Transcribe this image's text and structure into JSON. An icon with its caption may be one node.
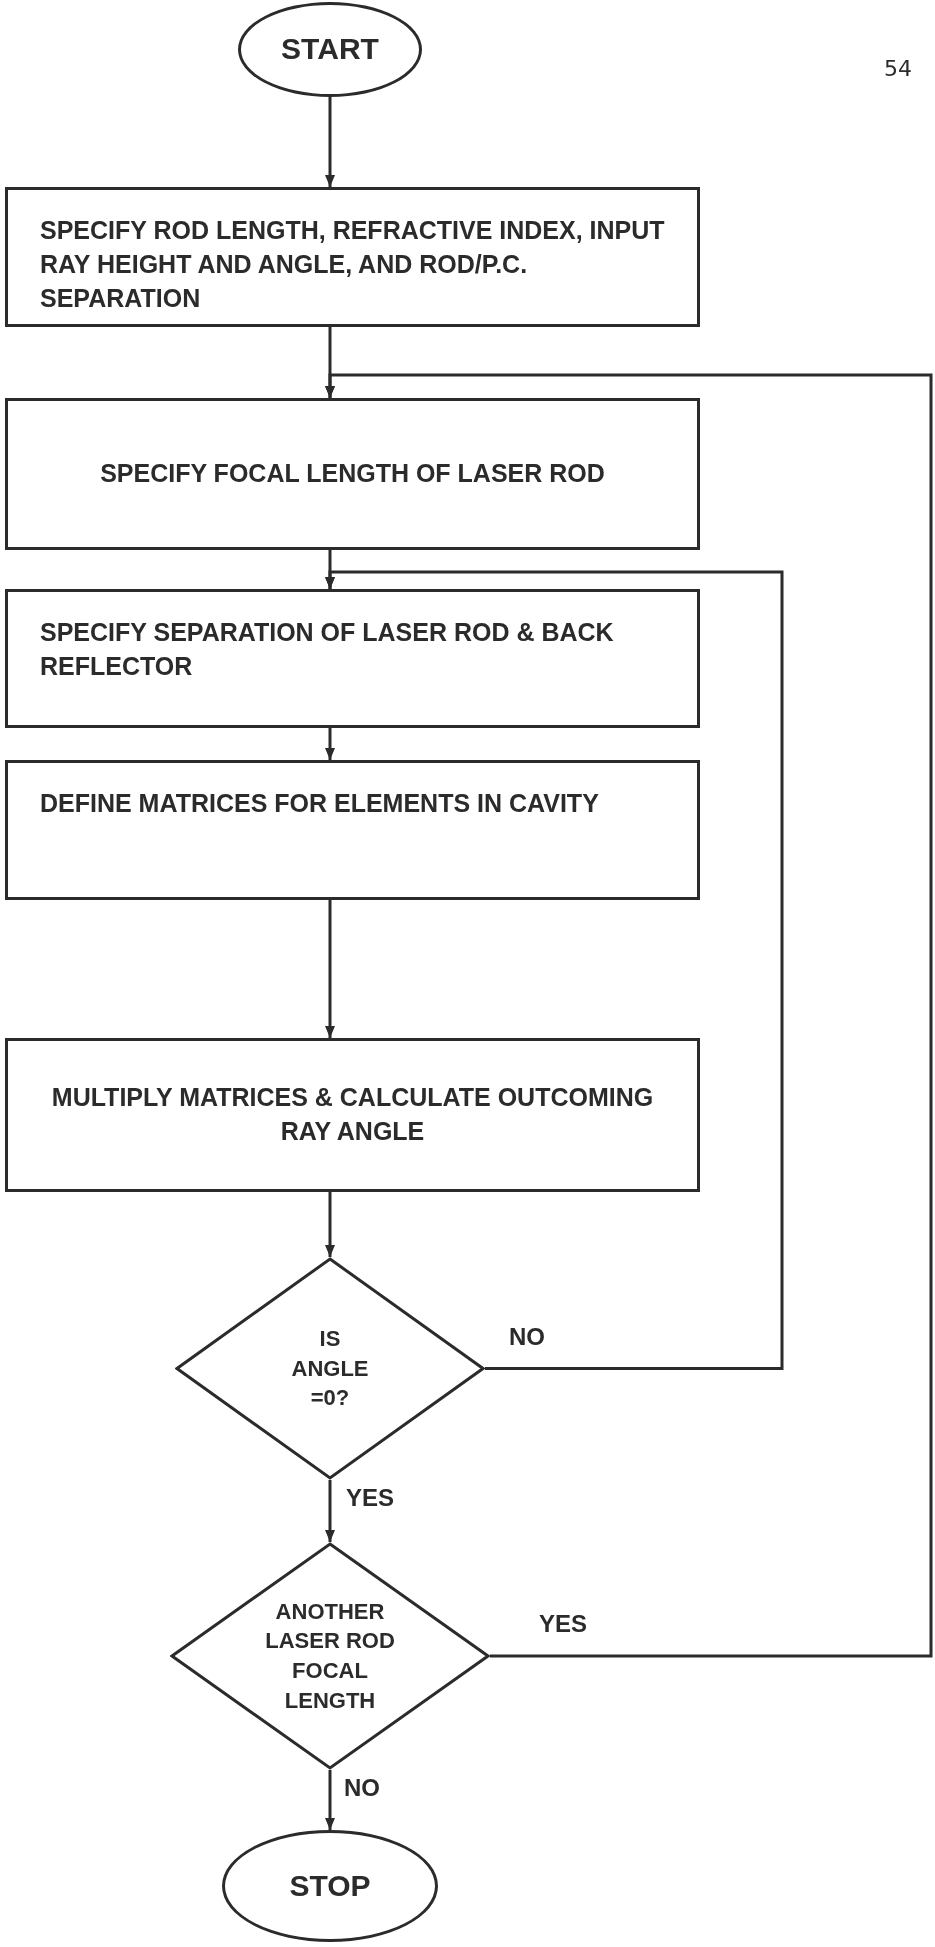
{
  "diagram": {
    "nodes": [
      {
        "text": [
          "START"
        ]
      },
      {
        "text": [
          "SPECIFY ROD LENGTH, REFRACTIVE INDEX, INPUT RAY HEIGHT AND ANGLE, AND ROD/P.C. SEPARATION"
        ]
      },
      {
        "text": [
          "SPECIFY FOCAL LENGTH OF LASER ROD"
        ]
      },
      {
        "text": [
          "SPECIFY SEPARATION OF LASER ROD & BACK REFLECTOR"
        ]
      },
      {
        "text": [
          "DEFINE MATRICES FOR ELEMENTS IN CAVITY"
        ]
      },
      {
        "text": [
          "MULTIPLY MATRICES & CALCULATE OUTCOMING RAY ANGLE"
        ]
      },
      {
        "text": [
          "IS ANGLE =0?"
        ]
      },
      {
        "text": [
          "ANOTHER LASER ROD FOCAL LENGTH"
        ]
      },
      {
        "text": [
          "STOP"
        ]
      }
    ],
    "edges": [
      {
        "from": 0,
        "to": 1,
        "arrow": "to"
      },
      {
        "from": 1,
        "to": 2,
        "arrow": "to"
      },
      {
        "from": 2,
        "to": 3,
        "arrow": "to"
      },
      {
        "from": 3,
        "to": 4,
        "arrow": "to"
      },
      {
        "from": 4,
        "to": 5,
        "arrow": "to"
      },
      {
        "from": 5,
        "to": 6,
        "arrow": "to"
      },
      {
        "from": 6,
        "to": 7,
        "arrow": "to",
        "label": "YES"
      },
      {
        "from": 7,
        "to": 8,
        "arrow": "to",
        "label": "NO"
      },
      {
        "from": 6,
        "to": 3,
        "arrow": "to",
        "label": "NO"
      },
      {
        "from": 7,
        "to": 2,
        "arrow": "to",
        "label": "YES"
      }
    ],
    "labels": [
      "54"
    ]
  }
}
